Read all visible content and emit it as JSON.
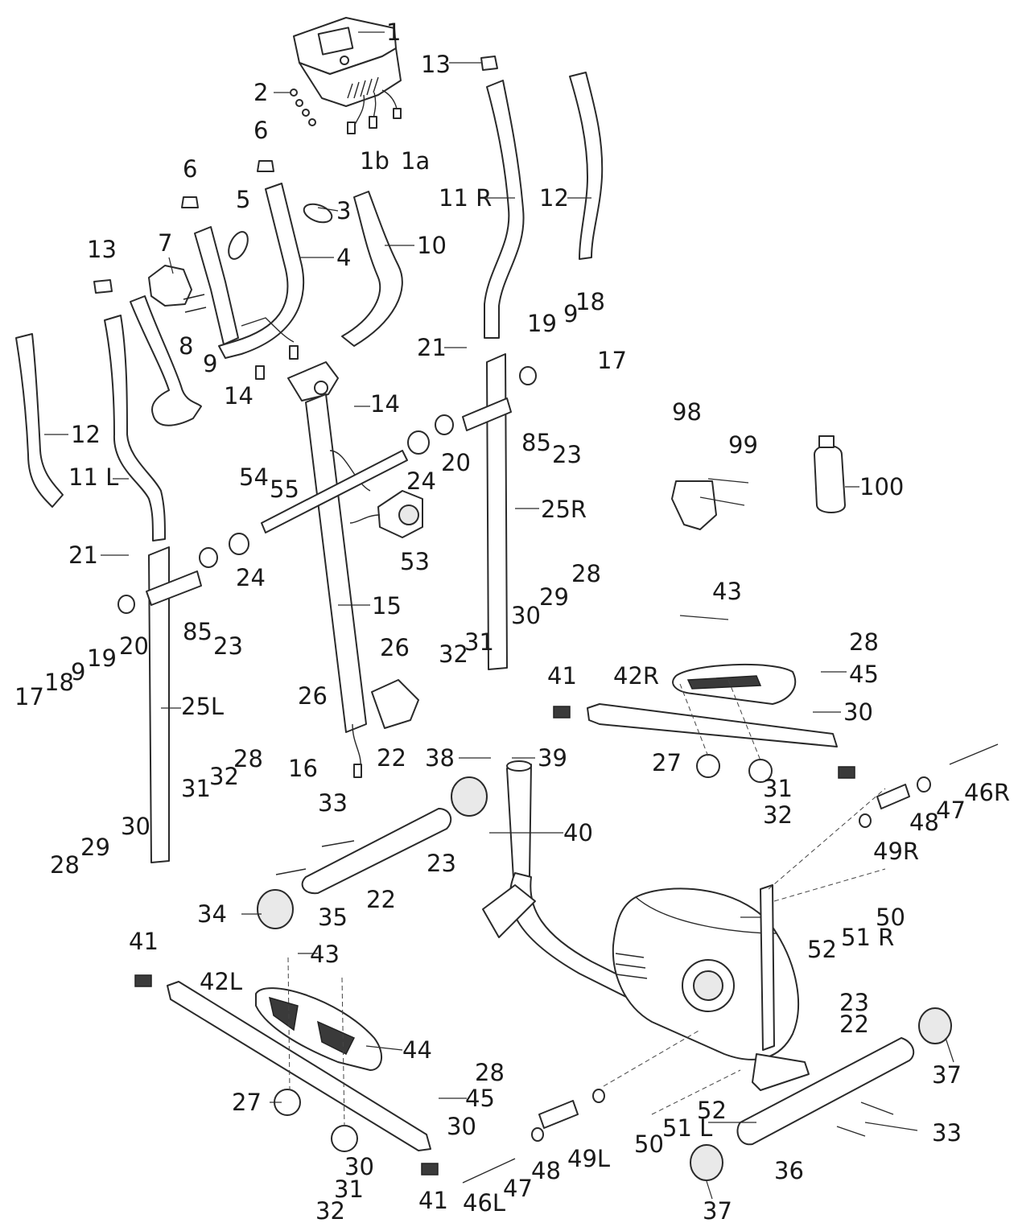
{
  "labels": {
    "l1": "1",
    "l1a": "1a",
    "l1b": "1b",
    "l2": "2",
    "l3": "3",
    "l4": "4",
    "l5": "5",
    "l6a": "6",
    "l6b": "6",
    "l7": "7",
    "l8": "8",
    "l9a": "9",
    "l9b": "9",
    "l9c": "9",
    "l10": "10",
    "l11L": "11 L",
    "l11R": "11 R",
    "l12a": "12",
    "l12b": "12",
    "l13a": "13",
    "l13b": "13",
    "l14a": "14",
    "l14b": "14",
    "l15": "15",
    "l16": "16",
    "l17a": "17",
    "l17b": "17",
    "l18a": "18",
    "l18b": "18",
    "l19a": "19",
    "l19b": "19",
    "l20a": "20",
    "l20b": "20",
    "l21a": "21",
    "l21b": "21",
    "l22a": "22",
    "l22b": "22",
    "l22c": "22",
    "l23a": "23",
    "l23b": "23",
    "l23c": "23",
    "l23d": "23",
    "l24a": "24",
    "l24b": "24",
    "l25L": "25L",
    "l25R": "25R",
    "l26a": "26",
    "l26b": "26",
    "l27a": "27",
    "l27b": "27",
    "l28a": "28",
    "l28b": "28",
    "l28c": "28",
    "l28d": "28",
    "l28e": "28",
    "l29a": "29",
    "l29b": "29",
    "l30a": "30",
    "l30b": "30",
    "l30c": "30",
    "l30d": "30",
    "l30e": "30",
    "l31a": "31",
    "l31b": "31",
    "l31c": "31",
    "l31d": "31",
    "l32a": "32",
    "l32b": "32",
    "l32c": "32",
    "l32d": "32",
    "l33a": "33",
    "l33b": "33",
    "l34": "34",
    "l35": "35",
    "l36": "36",
    "l37a": "37",
    "l37b": "37",
    "l38": "38",
    "l39": "39",
    "l40": "40",
    "l41a": "41",
    "l41b": "41",
    "l41c": "41",
    "l42R": "42R",
    "l42L": "42L",
    "l43a": "43",
    "l43b": "43",
    "l44": "44",
    "l45a": "45",
    "l45b": "45",
    "l46R": "46R",
    "l46L": "46L",
    "l47a": "47",
    "l47b": "47",
    "l48a": "48",
    "l48b": "48",
    "l49R": "49R",
    "l49L": "49L",
    "l50a": "50",
    "l50b": "50",
    "l51R": "51 R",
    "l51L": "51 L",
    "l52a": "52",
    "l52b": "52",
    "l53": "53",
    "l54": "54",
    "l55": "55",
    "l85a": "85",
    "l85b": "85",
    "l98": "98",
    "l99": "99",
    "l100": "100"
  }
}
